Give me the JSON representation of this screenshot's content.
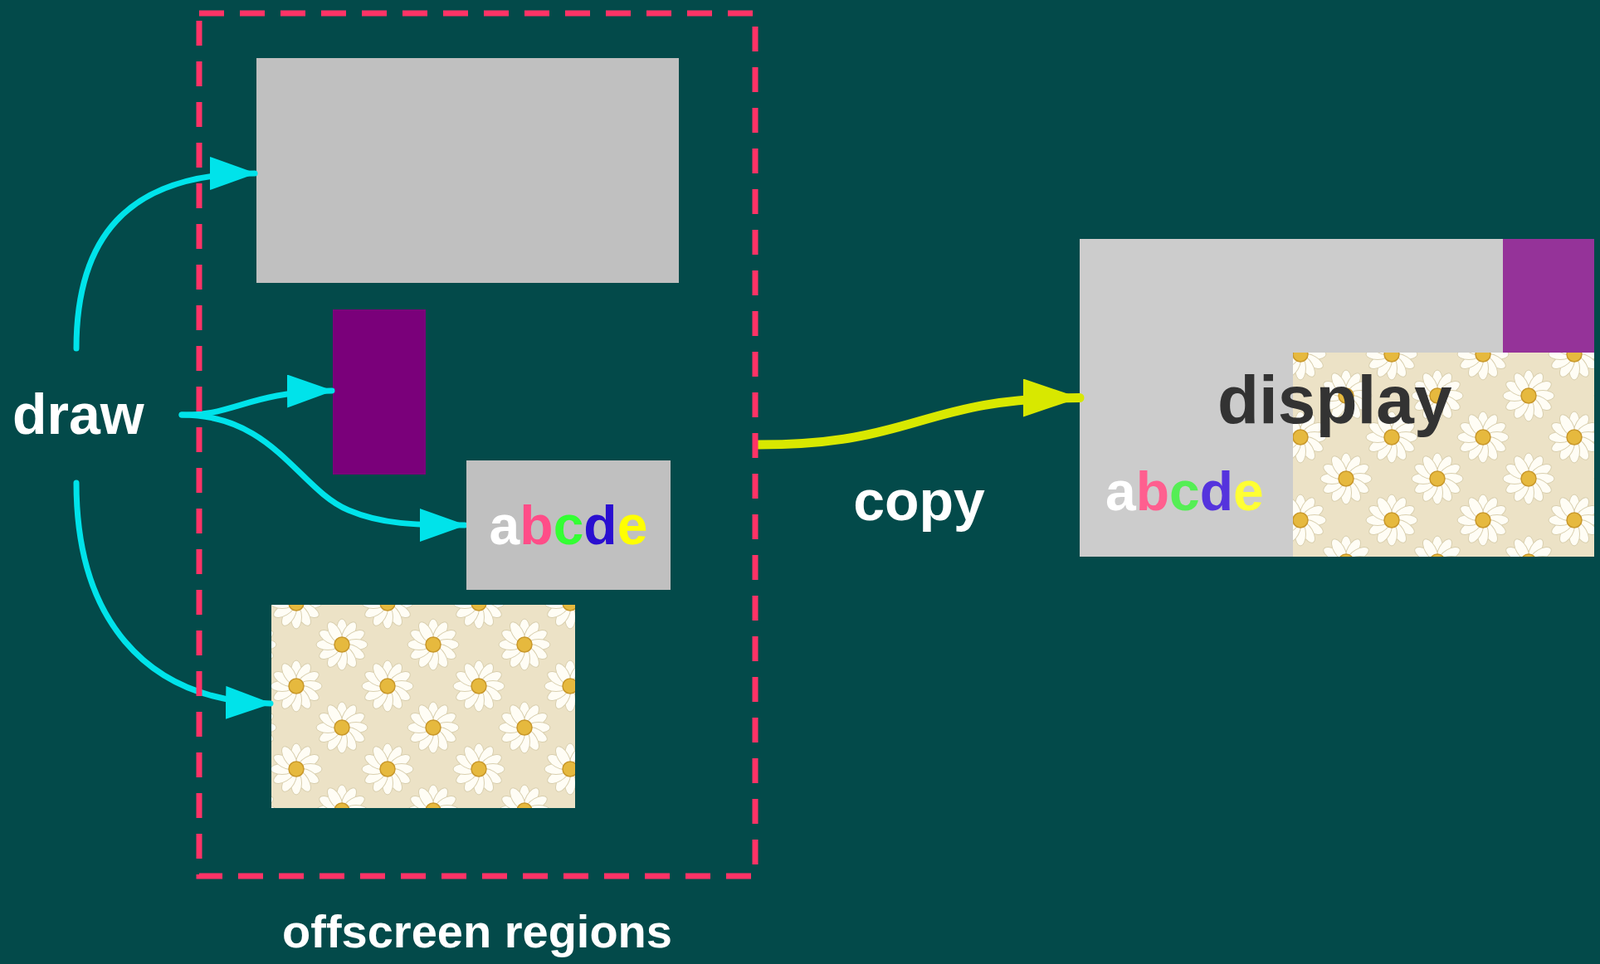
{
  "diagram": {
    "nodes": [
      {
        "text": [
          "offscreen regions"
        ]
      },
      {
        "text": [
          "abcde"
        ],
        "in": 0
      },
      {
        "text": [
          "display",
          "abcde"
        ]
      }
    ],
    "edges": [
      {
        "from": 0,
        "to": 2,
        "arrow": "to",
        "label": "copy"
      }
    ],
    "labels": [
      "draw"
    ]
  }
}
